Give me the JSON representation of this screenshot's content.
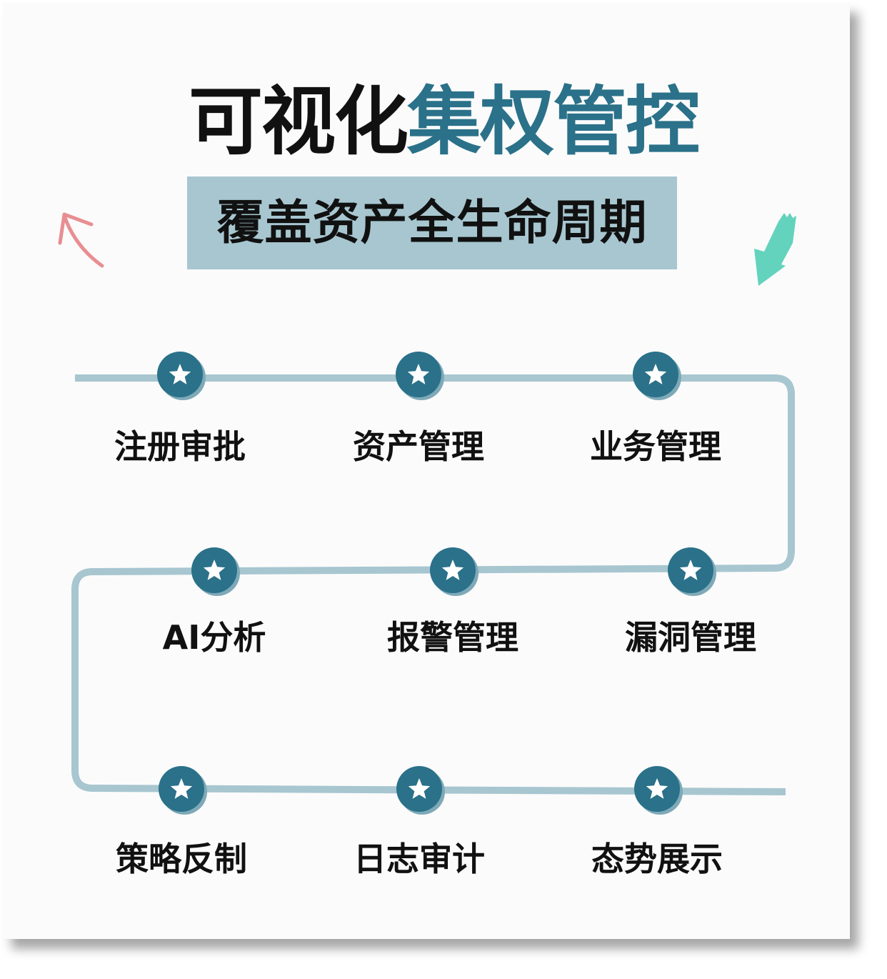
{
  "title": {
    "part1": "可视化",
    "part2": "集权管控"
  },
  "subtitle": "覆盖资产全生命周期",
  "colors": {
    "accent": "#2a7189",
    "path": "#a7c6d0",
    "arrow": "#e88e92",
    "hand": "#63d3bd"
  },
  "decorations": [
    "arrow-up-left-icon",
    "pointing-hand-icon"
  ],
  "steps": [
    {
      "label": "注册审批"
    },
    {
      "label": "资产管理"
    },
    {
      "label": "业务管理"
    },
    {
      "label": "AI分析"
    },
    {
      "label": "报警管理"
    },
    {
      "label": "漏洞管理"
    },
    {
      "label": "策略反制"
    },
    {
      "label": "日志审计"
    },
    {
      "label": "态势展示"
    }
  ]
}
